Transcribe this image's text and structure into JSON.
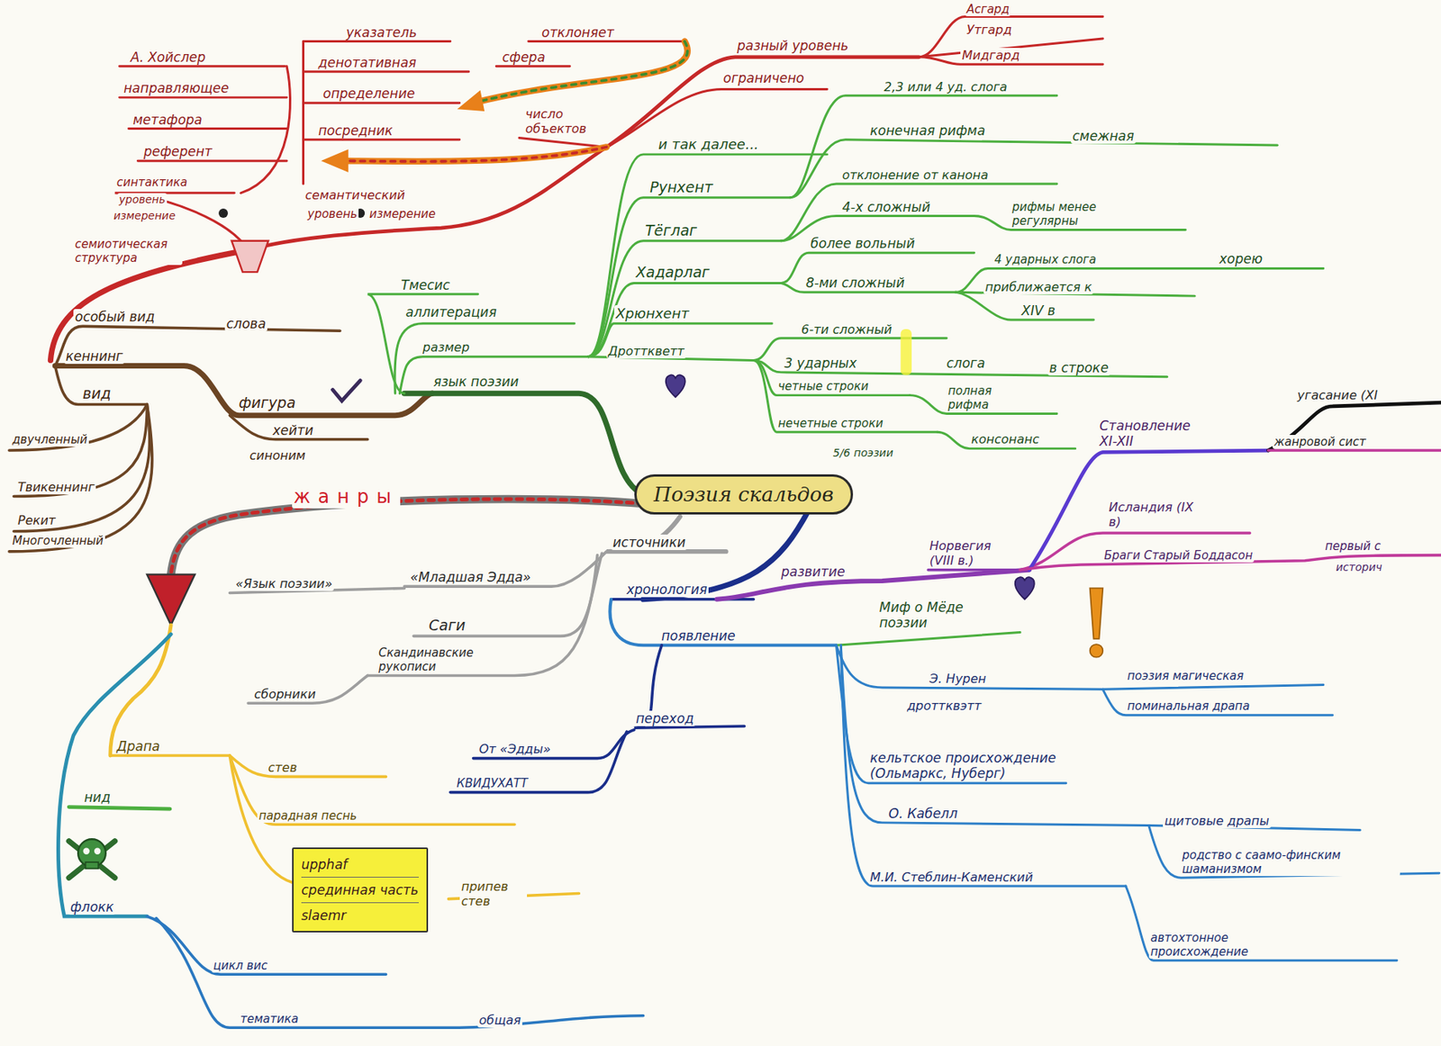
{
  "diagram": {
    "nodes": [
      {
        "text": [
          "Поэзия скальдов"
        ]
      },
      {
        "text": [
          "upphaf",
          "срединная часть",
          "slaemr"
        ]
      }
    ],
    "labels": [
      "А. Хойслер",
      "направляющее",
      "метафора",
      "референт",
      "синтактика",
      "уровень",
      "измерение",
      "семиотическая структура",
      "указатель",
      "отклоняет",
      "денотативная",
      "сфера",
      "определение",
      "посредник",
      "число объектов",
      "семантический",
      "уровень",
      "измерение",
      "разный уровень",
      "ограничено",
      "Асгард",
      "Утгард",
      "Мидгард",
      "особый вид",
      "слова",
      "кеннинг",
      "вид",
      "фигура",
      "хейти",
      "синоним",
      "двучленный",
      "Твикеннинг",
      "Рекит",
      "Многочленный",
      "Тмесис",
      "аллитерация",
      "размер",
      "язык поэзии",
      "и так далее...",
      "Рунхент",
      "Тёглаг",
      "Хадарлаг",
      "Хрюнхент",
      "Дротткветт",
      "2,3 или 4 уд. слога",
      "конечная рифма",
      "смежная",
      "отклонение от канона",
      "4-х сложный",
      "рифмы менее регулярны",
      "более вольный",
      "8-ми сложный",
      "4 ударных слога",
      "хорею",
      "приближается к",
      "XIV в",
      "6-ти сложный",
      "3 ударных",
      "слога",
      "в строке",
      "четные строки",
      "полная рифма",
      "нечетные строки",
      "консонанс",
      "5/6 поэзии",
      "жанры",
      "источники",
      "«Младшая Эдда»",
      "«Язык поэзии»",
      "Саги",
      "Скандинавские рукописи",
      "сборники",
      "хронология",
      "развитие",
      "Норвегия (VIII в.)",
      "Исландия (IX в)",
      "Становление XI-XII",
      "угасание (XI",
      "жанровой сист",
      "Браги Старый Боддасон",
      "первый с",
      "историч",
      "появление",
      "Миф о Мёде поэзии",
      "Э. Нурен",
      "дроттквэтт",
      "поэзия магическая",
      "поминальная драпа",
      "кельтское происхождение (Ольмаркс, Нуберг)",
      "О. Кабелл",
      "щитовые драпы",
      "родство с саамо-финским шаманизмом",
      "М.И. Стеблин-Каменский",
      "автохтонное происхождение",
      "переход",
      "От «Эдды»",
      "КВИДУХАТТ",
      "Драпа",
      "стев",
      "парадная песнь",
      "нид",
      "припев стев",
      "флокк",
      "цикл вис",
      "тематика",
      "общая"
    ]
  }
}
